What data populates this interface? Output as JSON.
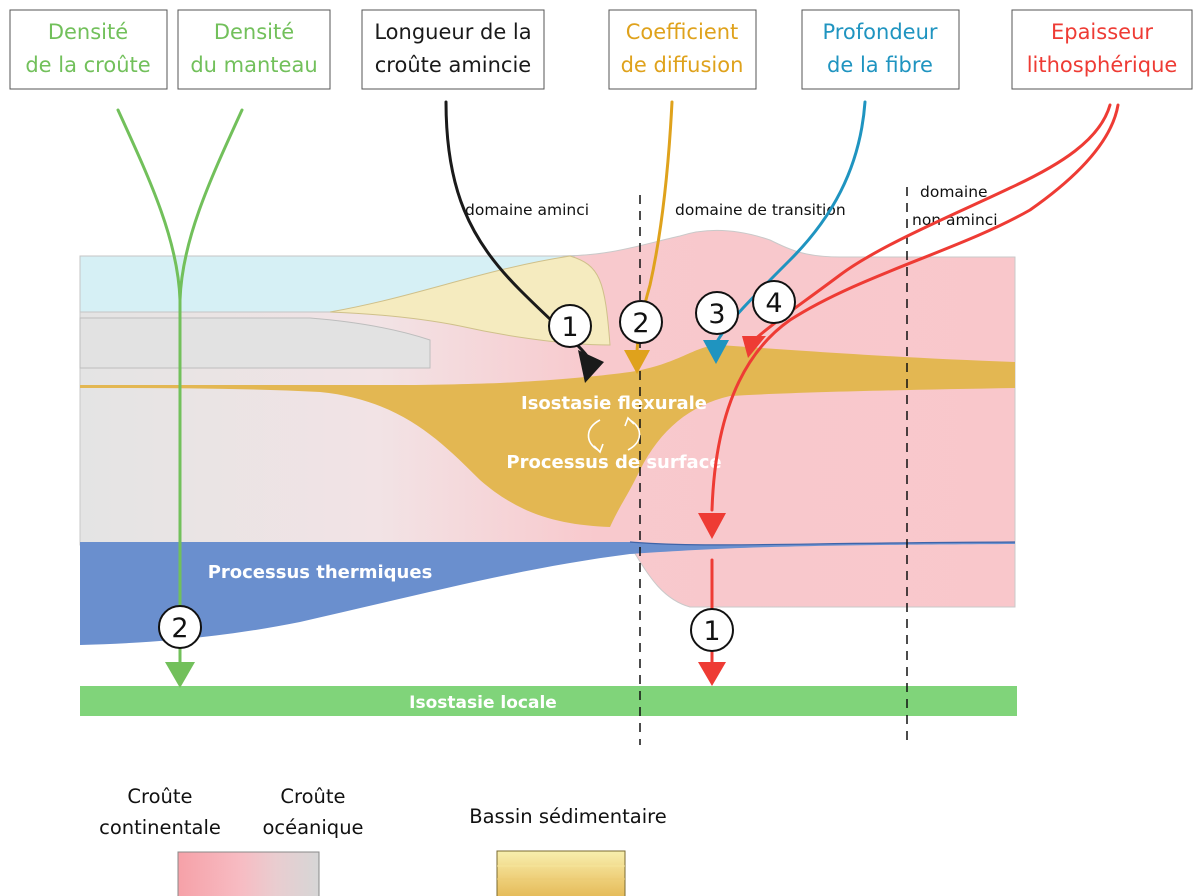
{
  "parameters": [
    {
      "line1": "Densité",
      "line2": "de la croûte",
      "color": "#72c05b"
    },
    {
      "line1": "Densité",
      "line2": "du manteau",
      "color": "#72c05b"
    },
    {
      "line1": "Longueur de la",
      "line2": "croûte amincie",
      "color": "#1a1a1a"
    },
    {
      "line1": "Coefficient",
      "line2": "de diffusion",
      "color": "#dfa21c"
    },
    {
      "line1": "Profondeur",
      "line2": "de la fibre",
      "color": "#1f94c0"
    },
    {
      "line1": "Epaisseur",
      "line2": "lithosphérique",
      "color": "#ee3b34"
    }
  ],
  "domains": {
    "thinned": "domaine aminci",
    "transition": "domaine de transition",
    "unthinned_line1": "domaine",
    "unthinned_line2": "non aminci"
  },
  "processes": {
    "flexural": "Isostasie flexurale",
    "surface": "Processus de surface",
    "thermal": "Processus thermiques",
    "local": "Isostasie locale"
  },
  "markers": {
    "m1_black": "1",
    "m2_yellow": "2",
    "m3_blue": "3",
    "m4_red": "4",
    "m1_red": "1",
    "m2_green": "2"
  },
  "legend": {
    "continental_line1": "Croûte",
    "continental_line2": "continentale",
    "oceanic_line1": "Croûte",
    "oceanic_line2": "océanique",
    "basin": "Bassin sédimentaire"
  },
  "colors": {
    "green": "#72c05b",
    "black": "#1a1a1a",
    "yellow": "#dfa21c",
    "blue": "#1f94c0",
    "red": "#ee3b34",
    "basin": "#e3b752",
    "thermal": "#6a8fce",
    "local_bar": "#80d47a"
  }
}
